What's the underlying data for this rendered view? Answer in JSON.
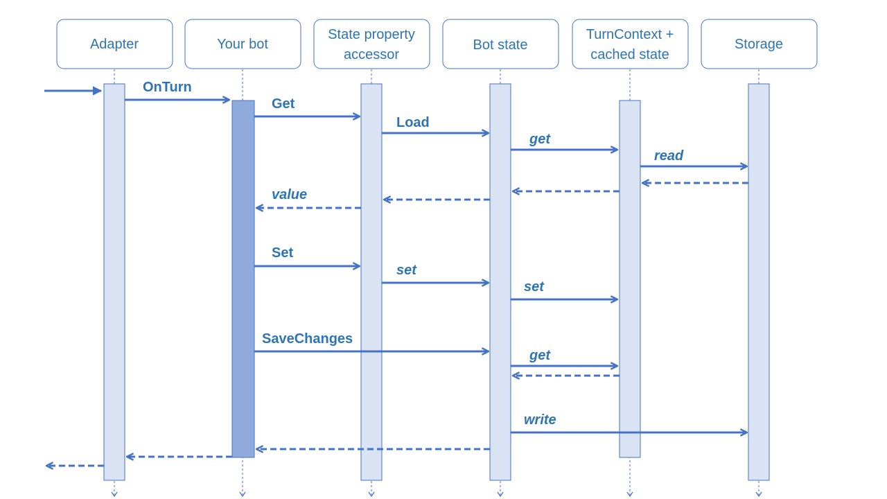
{
  "participants": {
    "adapter": "Adapter",
    "your_bot": "Your bot",
    "accessor_line1": "State property",
    "accessor_line2": "accessor",
    "bot_state": "Bot state",
    "turn_line1": "TurnContext +",
    "turn_line2": "cached state",
    "storage": "Storage"
  },
  "messages": {
    "onturn": "OnTurn",
    "get": "Get",
    "load": "Load",
    "get_lower": "get",
    "read": "read",
    "value": "value",
    "set_upper": "Set",
    "set_1": "set",
    "set_2": "set",
    "save_changes": "SaveChanges",
    "get_2": "get",
    "write": "write"
  },
  "colors": {
    "accent": "#4472c4",
    "text": "#2e74b5",
    "activation_fill": "#dae3f3",
    "bot_activation_fill": "#8faadc"
  }
}
